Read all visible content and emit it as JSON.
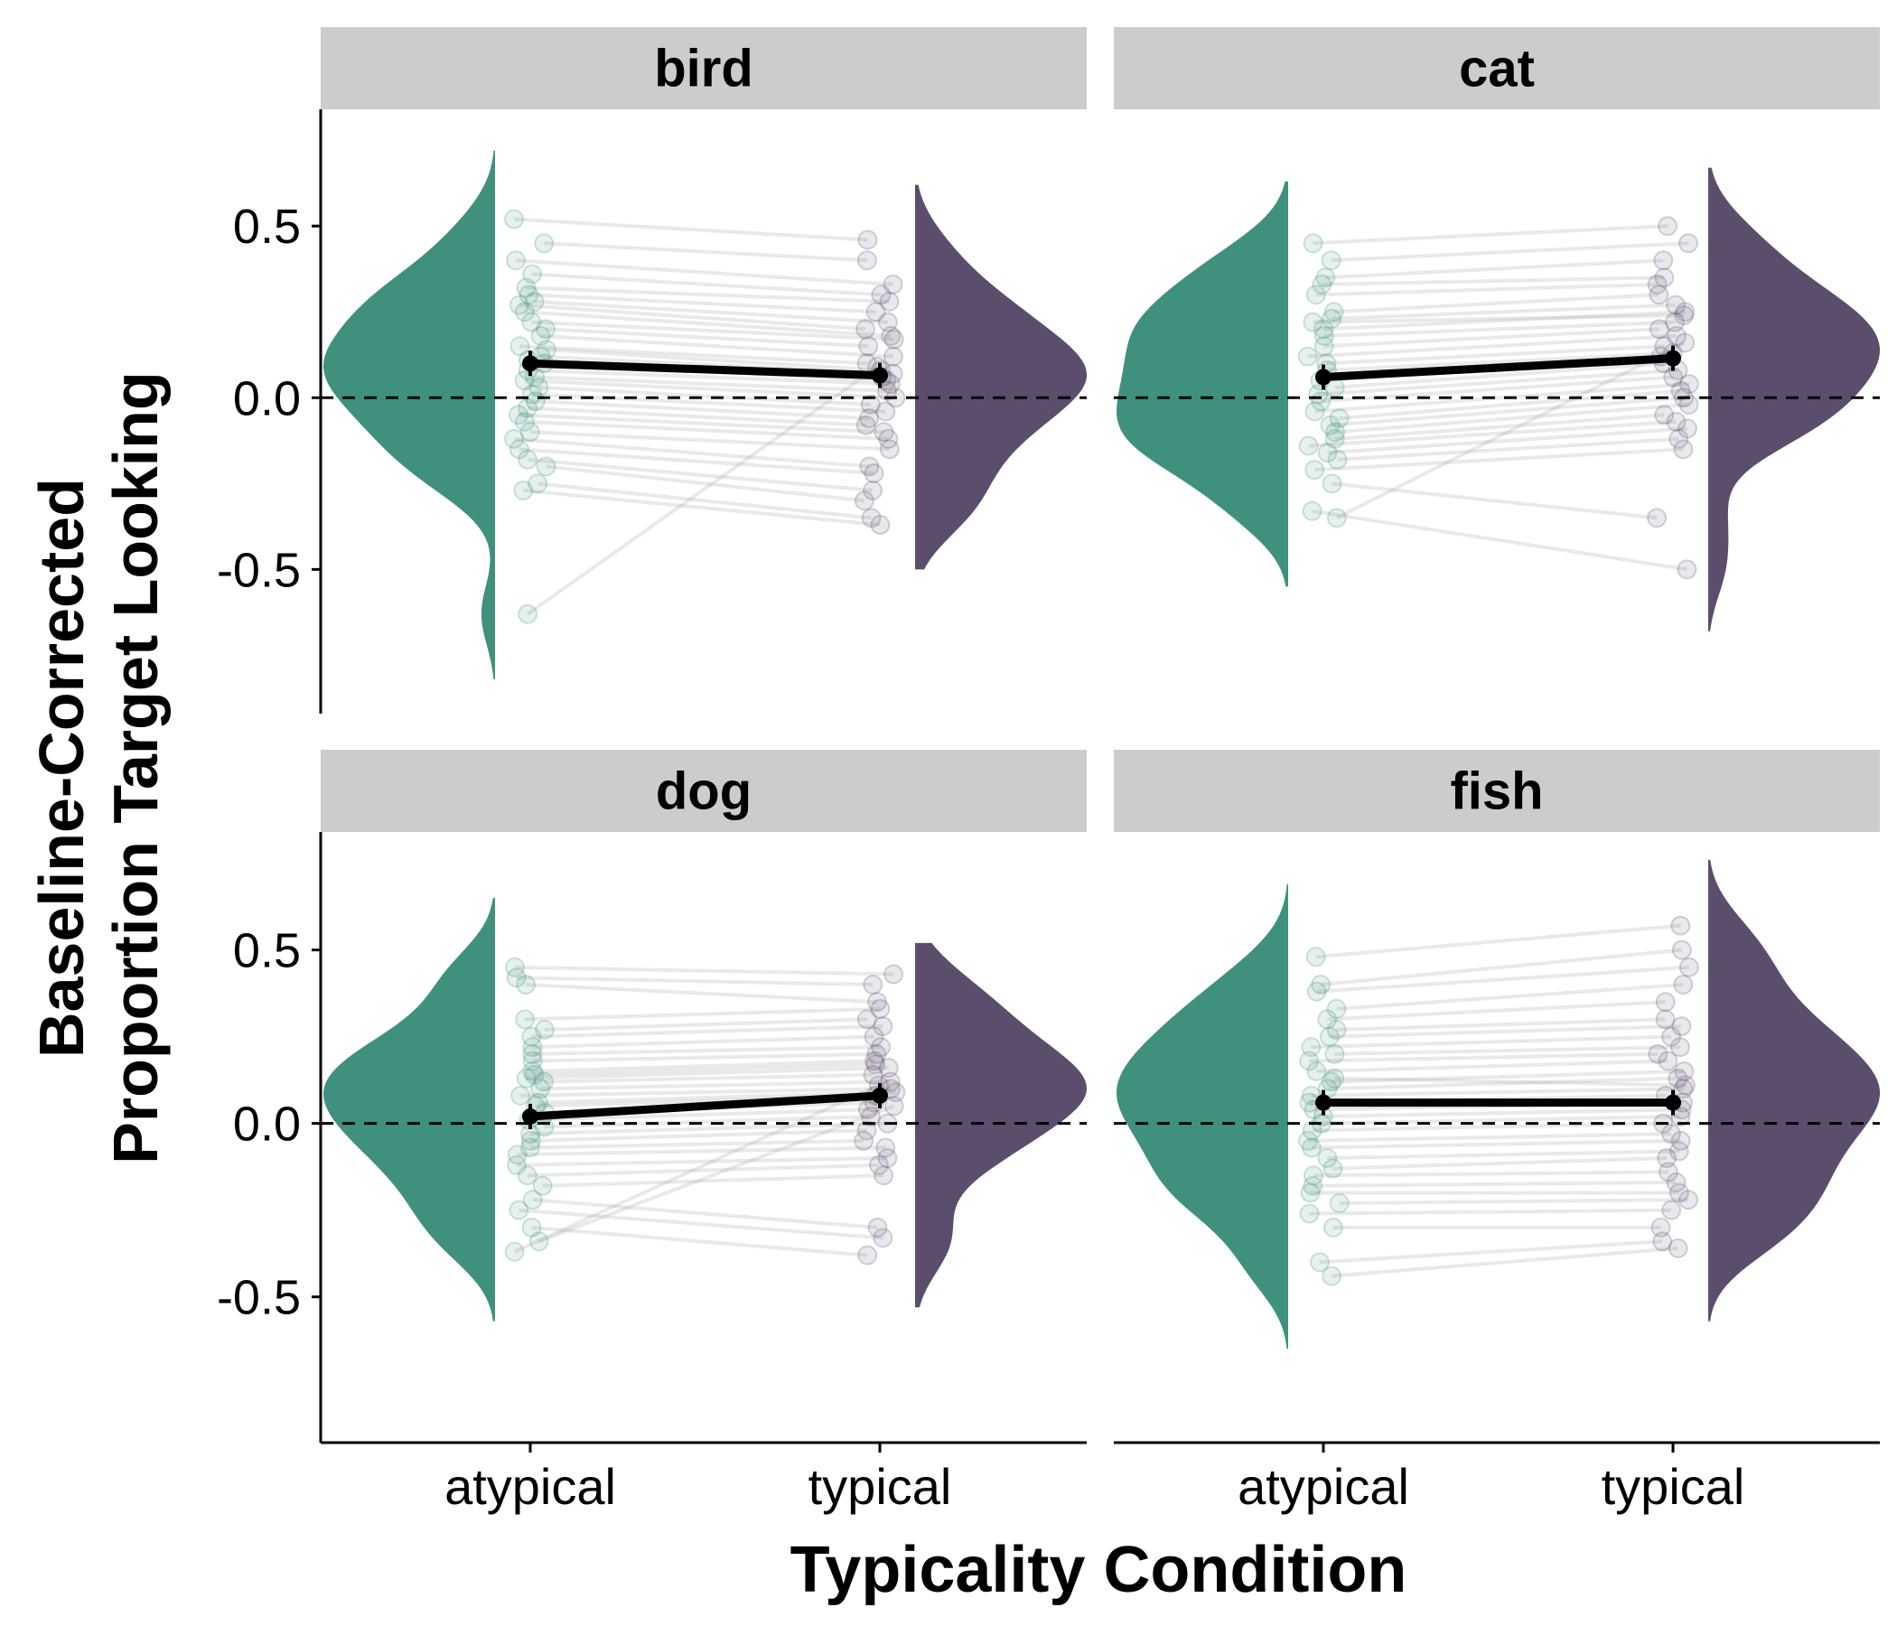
{
  "chart_data": {
    "type": "raincloud",
    "xlabel": "Typicality Condition",
    "ylabel_lines": [
      "Baseline-Corrected",
      "Proportion Target Looking"
    ],
    "categories": [
      "atypical",
      "typical"
    ],
    "ylim": [
      -0.92,
      0.84
    ],
    "yticks": [
      -0.5,
      0.0,
      0.5
    ],
    "ytick_labels": [
      "-0.5",
      "0.0",
      "0.5"
    ],
    "reference_line_y": 0.0,
    "colors": {
      "atypical": "#3f917e",
      "typical": "#5b4e6c",
      "mean_line": "#000000",
      "individual_lines": "#9a9a9a",
      "strip": "#cccccc"
    },
    "facets": [
      {
        "name": "bird",
        "mean": {
          "atypical": 0.1,
          "typical": 0.065
        },
        "density_range": {
          "atypical": [
            -0.82,
            0.72
          ],
          "typical": [
            -0.5,
            0.62
          ]
        },
        "individual_points": {
          "atypical": [
            0.52,
            0.45,
            0.4,
            0.36,
            0.32,
            0.3,
            0.28,
            0.27,
            0.25,
            0.22,
            0.2,
            0.18,
            0.15,
            0.14,
            0.12,
            0.11,
            0.1,
            0.08,
            0.06,
            0.05,
            0.03,
            0.01,
            -0.01,
            -0.03,
            -0.05,
            -0.07,
            -0.1,
            -0.12,
            -0.15,
            -0.18,
            -0.2,
            -0.25,
            -0.27,
            -0.63
          ],
          "typical": [
            0.46,
            0.4,
            0.33,
            0.3,
            0.28,
            0.25,
            0.22,
            0.2,
            0.18,
            0.17,
            0.15,
            0.12,
            0.1,
            0.08,
            0.07,
            0.06,
            0.05,
            0.04,
            0.02,
            0.0,
            -0.02,
            -0.04,
            -0.06,
            -0.08,
            -0.1,
            -0.12,
            -0.15,
            -0.2,
            -0.22,
            -0.27,
            -0.3,
            -0.35,
            -0.37,
            0.09
          ]
        }
      },
      {
        "name": "cat",
        "mean": {
          "atypical": 0.06,
          "typical": 0.115
        },
        "density_range": {
          "atypical": [
            -0.55,
            0.63
          ],
          "typical": [
            -0.68,
            0.67
          ]
        },
        "individual_points": {
          "atypical": [
            0.45,
            0.4,
            0.35,
            0.33,
            0.3,
            0.25,
            0.23,
            0.2,
            0.18,
            0.15,
            0.12,
            0.1,
            0.08,
            0.05,
            0.03,
            0.01,
            -0.01,
            -0.04,
            -0.06,
            -0.08,
            -0.1,
            -0.12,
            -0.14,
            -0.16,
            -0.18,
            -0.21,
            -0.25,
            -0.33,
            -0.35,
            0.22
          ],
          "typical": [
            0.5,
            0.45,
            0.4,
            0.35,
            0.33,
            0.3,
            0.27,
            0.25,
            0.22,
            0.2,
            0.18,
            0.15,
            0.13,
            0.12,
            0.1,
            0.08,
            0.06,
            0.04,
            0.02,
            0.0,
            -0.02,
            -0.05,
            -0.07,
            -0.09,
            -0.12,
            -0.15,
            -0.35,
            -0.5,
            0.16,
            0.24
          ]
        }
      },
      {
        "name": "dog",
        "mean": {
          "atypical": 0.02,
          "typical": 0.08
        },
        "density_range": {
          "atypical": [
            -0.57,
            0.65
          ],
          "typical": [
            -0.53,
            0.52
          ]
        },
        "individual_points": {
          "atypical": [
            0.45,
            0.42,
            0.4,
            0.3,
            0.27,
            0.25,
            0.22,
            0.2,
            0.18,
            0.15,
            0.13,
            0.12,
            0.1,
            0.08,
            0.06,
            0.05,
            0.03,
            0.01,
            -0.01,
            -0.03,
            -0.05,
            -0.07,
            -0.09,
            -0.12,
            -0.15,
            -0.18,
            -0.22,
            -0.25,
            -0.3,
            -0.34,
            -0.37,
            0.14
          ],
          "typical": [
            0.43,
            0.4,
            0.35,
            0.33,
            0.3,
            0.28,
            0.25,
            0.22,
            0.2,
            0.18,
            0.16,
            0.14,
            0.12,
            0.1,
            0.09,
            0.08,
            0.06,
            0.04,
            0.02,
            0.0,
            -0.02,
            -0.05,
            -0.07,
            -0.1,
            -0.12,
            -0.15,
            -0.3,
            -0.33,
            -0.38,
            0.05,
            0.11,
            0.17
          ]
        }
      },
      {
        "name": "fish",
        "mean": {
          "atypical": 0.06,
          "typical": 0.06
        },
        "density_range": {
          "atypical": [
            -0.65,
            0.69
          ],
          "typical": [
            -0.57,
            0.76
          ]
        },
        "individual_points": {
          "atypical": [
            0.48,
            0.4,
            0.38,
            0.33,
            0.3,
            0.27,
            0.25,
            0.22,
            0.2,
            0.18,
            0.15,
            0.12,
            0.1,
            0.08,
            0.06,
            0.04,
            0.02,
            0.0,
            -0.02,
            -0.05,
            -0.07,
            -0.1,
            -0.13,
            -0.15,
            -0.18,
            -0.2,
            -0.23,
            -0.26,
            -0.3,
            -0.4,
            -0.44,
            0.13
          ],
          "typical": [
            0.57,
            0.5,
            0.45,
            0.4,
            0.35,
            0.3,
            0.28,
            0.25,
            0.22,
            0.2,
            0.18,
            0.15,
            0.13,
            0.1,
            0.08,
            0.06,
            0.04,
            0.02,
            0.0,
            -0.03,
            -0.05,
            -0.08,
            -0.1,
            -0.14,
            -0.17,
            -0.2,
            -0.22,
            -0.25,
            -0.3,
            -0.34,
            -0.36,
            0.11
          ]
        }
      }
    ]
  }
}
